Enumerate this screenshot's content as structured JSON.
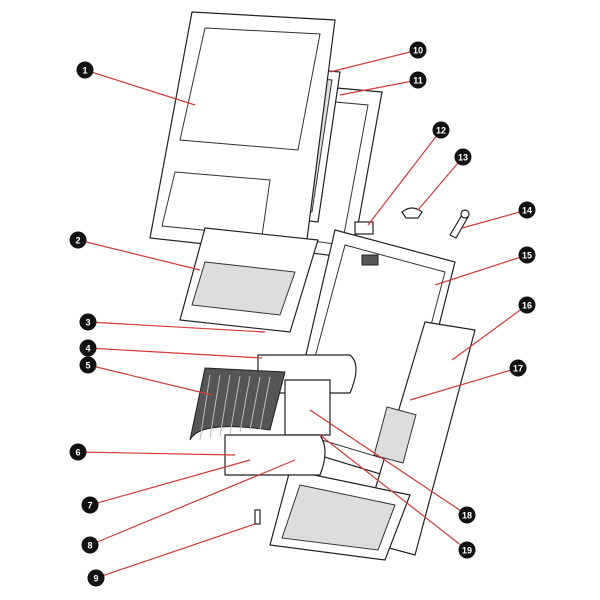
{
  "callouts": [
    {
      "id": "1",
      "label": "1"
    },
    {
      "id": "2",
      "label": "2"
    },
    {
      "id": "3",
      "label": "3"
    },
    {
      "id": "4",
      "label": "4"
    },
    {
      "id": "5",
      "label": "5"
    },
    {
      "id": "6",
      "label": "6"
    },
    {
      "id": "7",
      "label": "7"
    },
    {
      "id": "8",
      "label": "8"
    },
    {
      "id": "9",
      "label": "9"
    },
    {
      "id": "10",
      "label": "10"
    },
    {
      "id": "11",
      "label": "11"
    },
    {
      "id": "12",
      "label": "12"
    },
    {
      "id": "13",
      "label": "13"
    },
    {
      "id": "14",
      "label": "14"
    },
    {
      "id": "15",
      "label": "15"
    },
    {
      "id": "16",
      "label": "16"
    },
    {
      "id": "17",
      "label": "17"
    },
    {
      "id": "18",
      "label": "18"
    },
    {
      "id": "19",
      "label": "19"
    }
  ],
  "colors": {
    "leader": "#d43a3a",
    "badge": "#111111"
  }
}
